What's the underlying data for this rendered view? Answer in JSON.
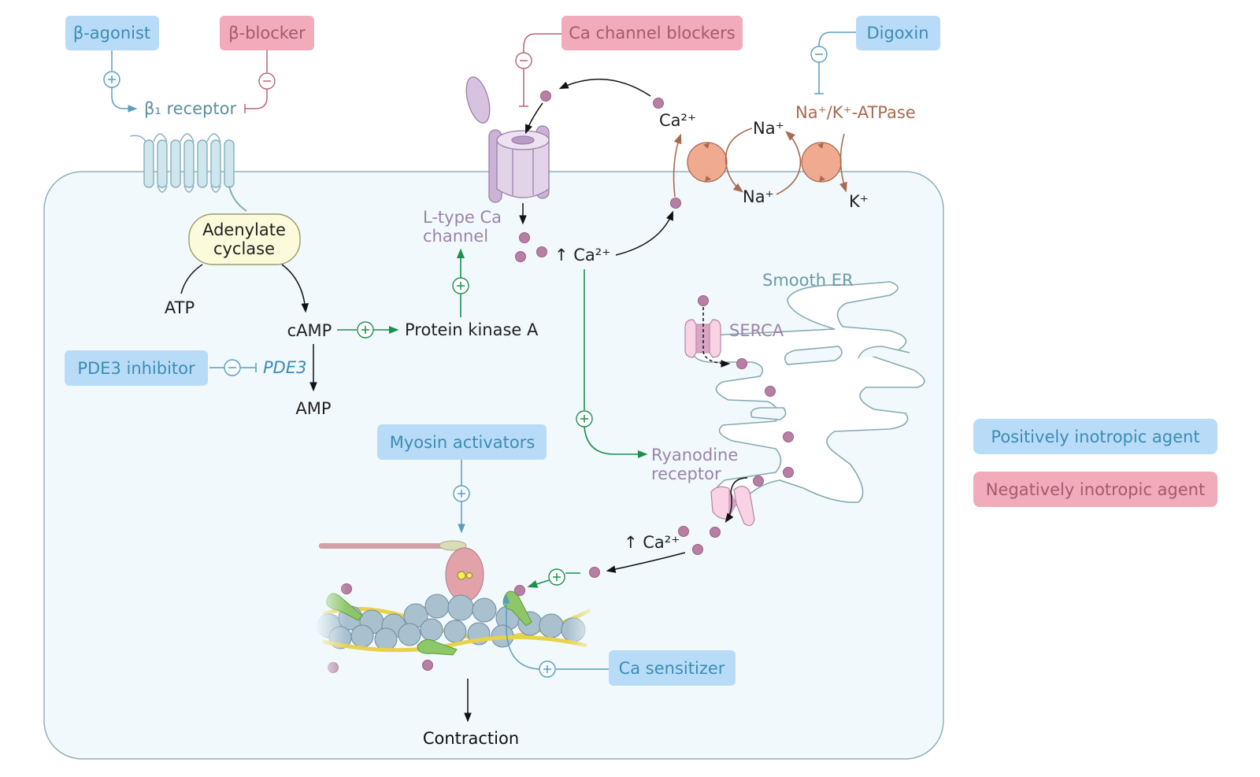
{
  "title": "Inotropic agents mechanism in cardiomyocyte",
  "colors": {
    "positive_box": "#b8dcf7",
    "negative_box": "#f1abbb",
    "positive_text": "#3d8bb4",
    "negative_text": "#a65a6c",
    "cell_fill": "#f1f9fc",
    "cell_stroke": "#8fb3bb",
    "calcium": "#b77fa3",
    "pathway_green": "#1f8f4e",
    "pump_fill": "#f0aa90"
  },
  "agents": {
    "beta_agonist": "β-agonist",
    "beta_blocker": "β-blocker",
    "ca_channel_blockers": "Ca channel blockers",
    "digoxin": "Digoxin",
    "pde3_inhibitor": "PDE3 inhibitor",
    "myosin_activators": "Myosin activators",
    "ca_sensitizer": "Ca sensitizer"
  },
  "labels": {
    "beta1_receptor": "β₁ receptor",
    "adenylate_cyclase_1": "Adenylate",
    "adenylate_cyclase_2": "cyclase",
    "atp": "ATP",
    "camp": "cAMP",
    "amp": "AMP",
    "pde3": "PDE3",
    "pka": "Protein kinase A",
    "l_type_1": "L-type Ca",
    "l_type_2": "channel",
    "ca_up_1": "↑ Ca²⁺",
    "ca_up_2": "↑ Ca²⁺",
    "ca_ext": "Ca²⁺",
    "na_top": "Na⁺",
    "na_bottom": "Na⁺",
    "k": "K⁺",
    "na_k_atpase": "Na⁺/K⁺-ATPase",
    "smooth_er": "Smooth ER",
    "serca": "SERCA",
    "ryanodine_1": "Ryanodine",
    "ryanodine_2": "receptor",
    "contraction": "Contraction"
  },
  "signs": {
    "plus": "+",
    "minus": "−"
  },
  "legend": {
    "positive": "Positively inotropic agent",
    "negative": "Negatively inotropic agent"
  }
}
